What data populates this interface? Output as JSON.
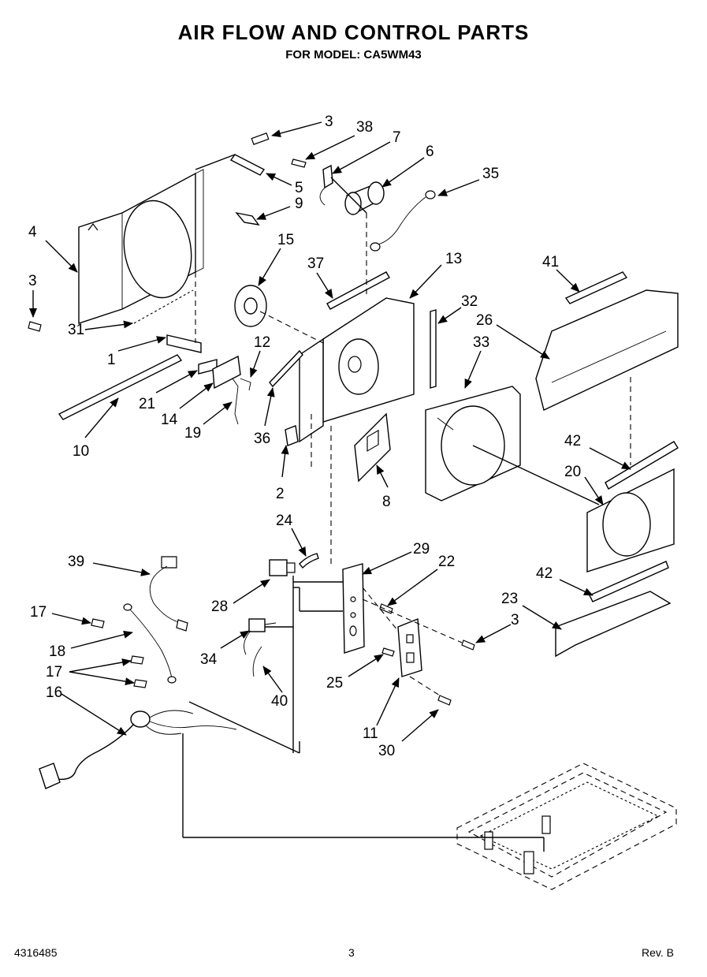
{
  "header": {
    "title": "AIR FLOW AND CONTROL PARTS",
    "subtitle": "FOR MODEL: CA5WM43"
  },
  "footer": {
    "part_number": "4316485",
    "page": "3",
    "revision": "Rev. B"
  },
  "callouts": [
    "3",
    "38",
    "7",
    "6",
    "35",
    "5",
    "9",
    "4",
    "3",
    "15",
    "37",
    "13",
    "41",
    "32",
    "26",
    "33",
    "31",
    "1",
    "12",
    "21",
    "14",
    "19",
    "36",
    "10",
    "2",
    "8",
    "42",
    "20",
    "24",
    "39",
    "29",
    "22",
    "17",
    "28",
    "42",
    "23",
    "3",
    "34",
    "18",
    "17",
    "25",
    "40",
    "16",
    "11",
    "30"
  ]
}
